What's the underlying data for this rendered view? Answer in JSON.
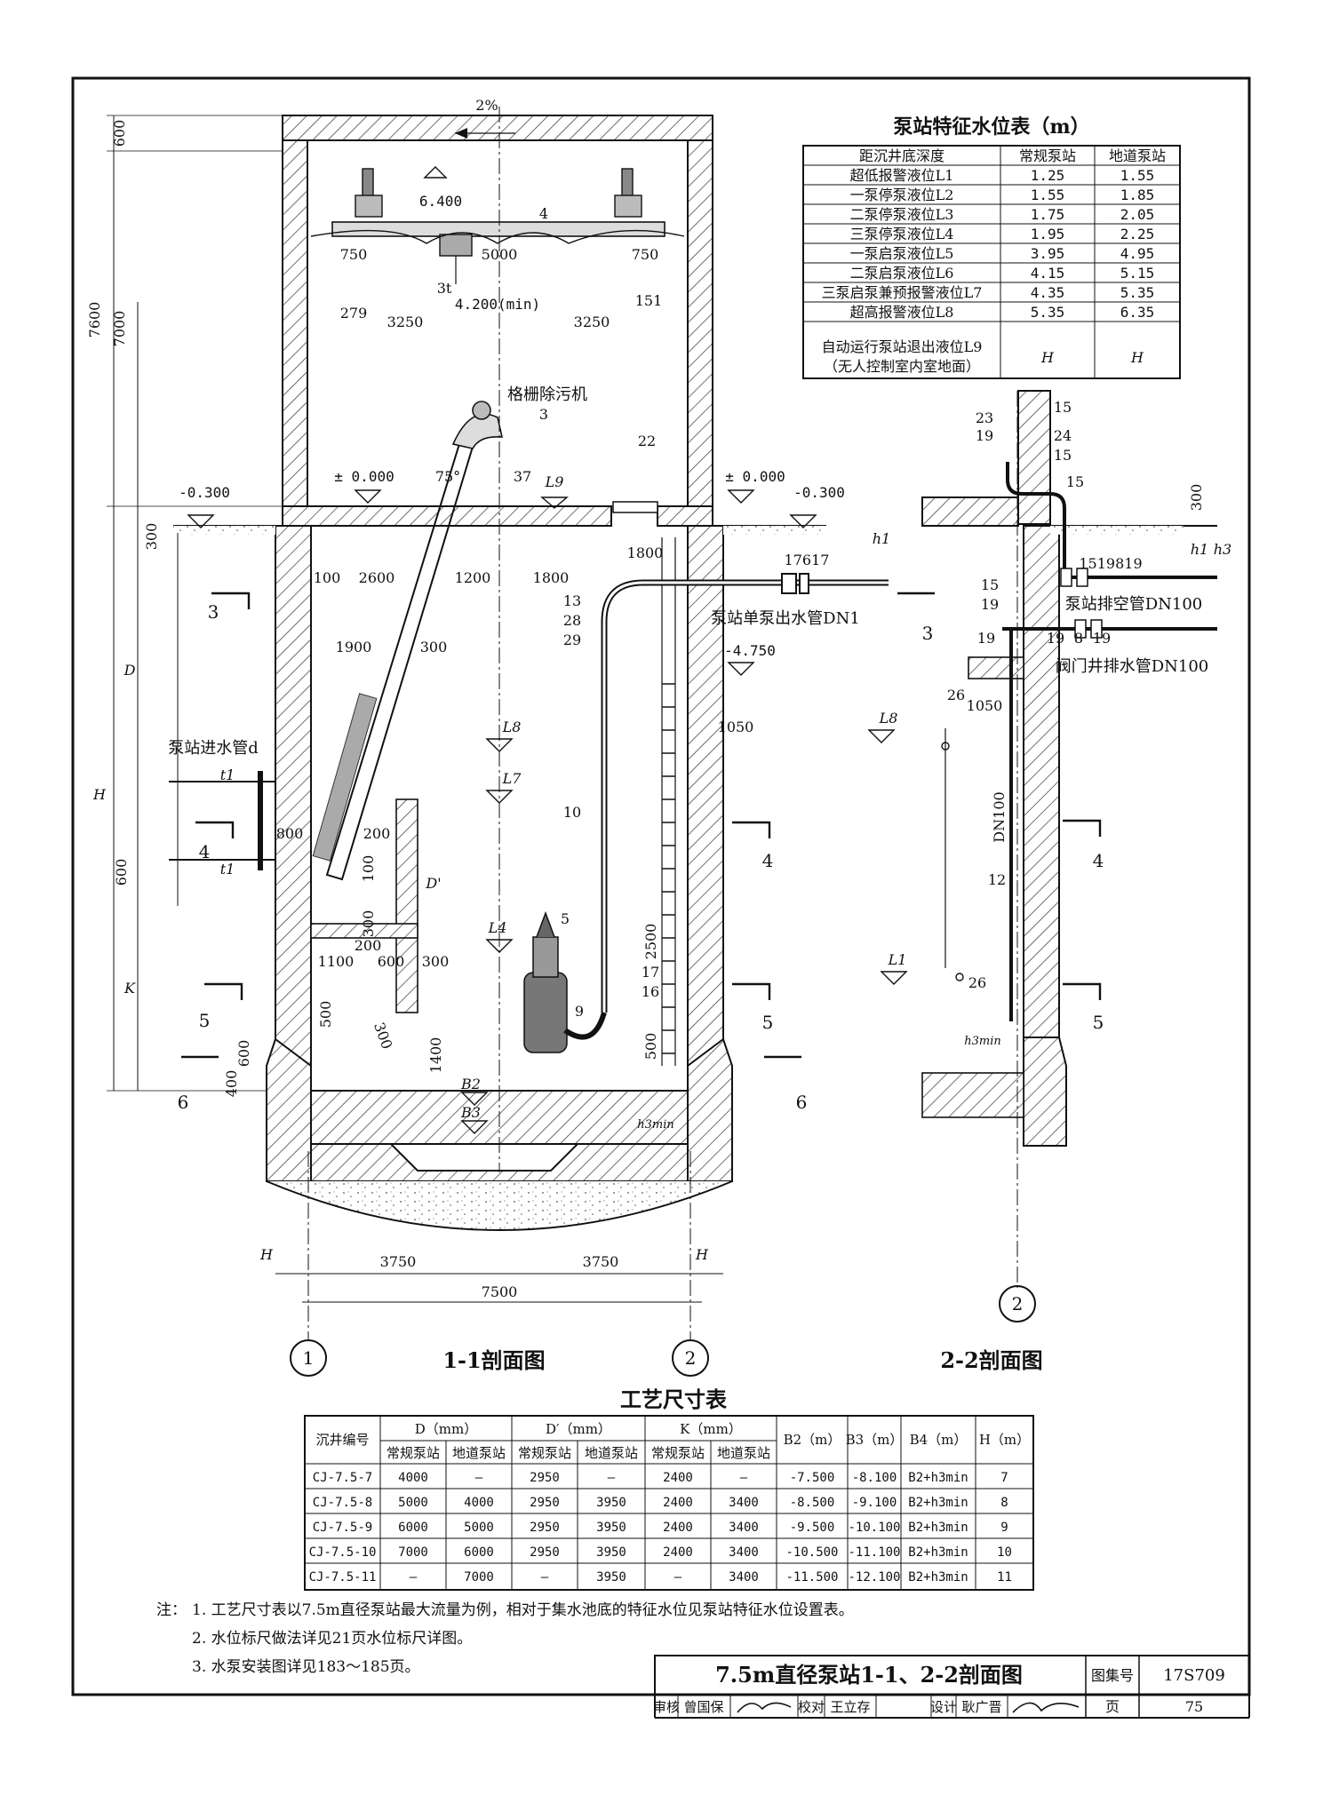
{
  "water_table": {
    "title": "泵站特征水位表（m）",
    "headers": [
      "距沉井底深度",
      "常规泵站",
      "地道泵站"
    ],
    "rows": [
      [
        "超低报警液位L1",
        "1.25",
        "1.55"
      ],
      [
        "一泵停泵液位L2",
        "1.55",
        "1.85"
      ],
      [
        "二泵停泵液位L3",
        "1.75",
        "2.05"
      ],
      [
        "三泵停泵液位L4",
        "1.95",
        "2.25"
      ],
      [
        "一泵启泵液位L5",
        "3.95",
        "4.95"
      ],
      [
        "二泵启泵液位L6",
        "4.15",
        "5.15"
      ],
      [
        "三泵启泵兼预报警液位L7",
        "4.35",
        "5.35"
      ],
      [
        "超高报警液位L8",
        "5.35",
        "6.35"
      ]
    ],
    "last_row": [
      "自动运行泵站退出液位L9",
      "（无人控制室内室地面）",
      "H",
      "H"
    ]
  },
  "section_1": {
    "title": "1-1剖面图",
    "slope": "2%",
    "crane_elev": "6.400",
    "hoist_elev": "4.200(min)",
    "hoist_load": "3t",
    "ground_left": "-0.300",
    "ground_zero_left": "± 0.000",
    "ground_zero_right": "± 0.000",
    "ground_right": "-0.300",
    "angle": "75°",
    "screen_label": "格栅除污机",
    "screen_no": "3",
    "inlet_label": "泵站进水管d",
    "outlet_label": "泵站单泵出水管DN1",
    "outlet_elev": "-4.750",
    "dims": {
      "d600": "600",
      "d7600": "7600",
      "d7000": "7000",
      "d750a": "750",
      "d5000": "5000",
      "d750b": "750",
      "d279": "279",
      "d151": "151",
      "d3250a": "3250",
      "d3250b": "3250",
      "d300": "300",
      "d1800a": "1800",
      "d100": "100",
      "d2600": "2600",
      "d1200": "1200",
      "d1800b": "1800",
      "d1900": "1900",
      "d300b": "300",
      "d1050": "1050",
      "d800": "800",
      "d200": "200",
      "d100b": "100",
      "d300c": "300",
      "d1100": "1100",
      "d200b": "200",
      "d600b": "600",
      "d300d": "300",
      "d500": "500",
      "d1400": "1400",
      "d2500": "2500",
      "d500b": "500",
      "d600c": "600",
      "d400": "400",
      "d300e": "300",
      "d3750a": "3750",
      "d3750b": "3750",
      "d7500": "7500"
    },
    "letters": [
      "D",
      "H",
      "K",
      "D'",
      "t1",
      "t1",
      "h1",
      "h3min",
      "B2",
      "B3",
      "L8",
      "L7",
      "L4",
      "L9"
    ],
    "callouts": [
      "4",
      "37",
      "22",
      "13",
      "28",
      "29",
      "17617",
      "10",
      "5",
      "17",
      "16",
      "9"
    ],
    "cut_marks": [
      "3",
      "3",
      "4",
      "4",
      "5",
      "5",
      "6",
      "6"
    ],
    "axes": [
      "1",
      "2"
    ],
    "hlabel_left": "H",
    "hlabel_right": "H"
  },
  "section_2": {
    "title": "2-2剖面图",
    "callouts": [
      "23",
      "19",
      "15",
      "24",
      "15",
      "15",
      "1519819",
      "15",
      "19",
      "19",
      "19",
      "8",
      "19",
      "26",
      "12",
      "26"
    ],
    "pipe_vent": "泵站排空管DN100",
    "pipe_valve": "阀门井排水管DN100",
    "pipe_dn": "DN100",
    "d300": "300",
    "d1050": "1050",
    "letters": [
      "h1",
      "h3",
      "h3min",
      "L8",
      "L1"
    ],
    "cut_marks": [
      "3",
      "4",
      "4",
      "5",
      "5"
    ],
    "axis": "2"
  },
  "process_table": {
    "title": "工艺尺寸表",
    "head1": [
      "沉井编号",
      "D（mm）",
      "D′（mm）",
      "K（mm）",
      "B2（m）",
      "B3（m）",
      "B4（m）",
      "H（m）"
    ],
    "head2": [
      "常规泵站",
      "地道泵站",
      "常规泵站",
      "地道泵站",
      "常规泵站",
      "地道泵站"
    ],
    "rows": [
      [
        "CJ-7.5-7",
        "4000",
        "—",
        "2950",
        "—",
        "2400",
        "—",
        "-7.500",
        "-8.100",
        "B2+h3min",
        "7"
      ],
      [
        "CJ-7.5-8",
        "5000",
        "4000",
        "2950",
        "3950",
        "2400",
        "3400",
        "-8.500",
        "-9.100",
        "B2+h3min",
        "8"
      ],
      [
        "CJ-7.5-9",
        "6000",
        "5000",
        "2950",
        "3950",
        "2400",
        "3400",
        "-9.500",
        "-10.100",
        "B2+h3min",
        "9"
      ],
      [
        "CJ-7.5-10",
        "7000",
        "6000",
        "2950",
        "3950",
        "2400",
        "3400",
        "-10.500",
        "-11.100",
        "B2+h3min",
        "10"
      ],
      [
        "CJ-7.5-11",
        "—",
        "7000",
        "—",
        "3950",
        "—",
        "3400",
        "-11.500",
        "-12.100",
        "B2+h3min",
        "11"
      ]
    ]
  },
  "notes": {
    "prefix": "注：",
    "items": [
      "1. 工艺尺寸表以7.5m直径泵站最大流量为例，相对于集水池底的特征水位见泵站特征水位设置表。",
      "2. 水位标尺做法详见21页水位标尺详图。",
      "3. 水泵安装图详见183～185页。"
    ]
  },
  "title_block": {
    "title": "7.5m直径泵站1-1、2-2剖面图",
    "atlas_label": "图集号",
    "atlas_no": "17S709",
    "review_label": "审核",
    "review_name": "曾国保",
    "check_label": "校对",
    "check_name": "王立存",
    "design_label": "设计",
    "design_name": "耿广晋",
    "page_label": "页",
    "page_no": "75"
  }
}
